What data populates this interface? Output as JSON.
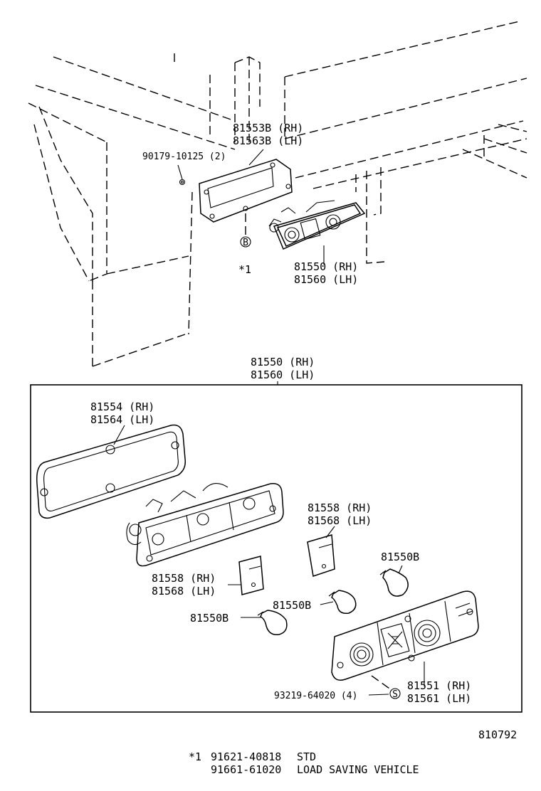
{
  "labels": {
    "bracket_rh": "81553B (RH)",
    "bracket_lh": "81563B (LH)",
    "screw_top": "90179-10125 (2)",
    "marker_b": "B",
    "star1": "*1",
    "lamp_rh_top": "81550 (RH)",
    "lamp_lh_top": "81560 (LH)",
    "assy_rh": "81550 (RH)",
    "assy_lh": "81560 (LH)",
    "gasket_rh": "81554 (RH)",
    "gasket_lh": "81564 (LH)",
    "socket_a_rh": "81558 (RH)",
    "socket_a_lh": "81568 (LH)",
    "socket_b_rh": "81558 (RH)",
    "socket_b_lh": "81568 (LH)",
    "bulb_1": "81550B",
    "bulb_2": "81550B",
    "bulb_3": "81550B",
    "lens_rh": "81551 (RH)",
    "lens_lh": "81561 (LH)",
    "screw_bottom": "93219-64020 (4)",
    "marker_s": "S",
    "diagram_code": "810792"
  },
  "footnote": {
    "row1_mark": "*1",
    "row1_part": "91621-40818",
    "row1_desc": "STD",
    "row2_part": "91661-61020",
    "row2_desc": "LOAD SAVING VEHICLE"
  }
}
